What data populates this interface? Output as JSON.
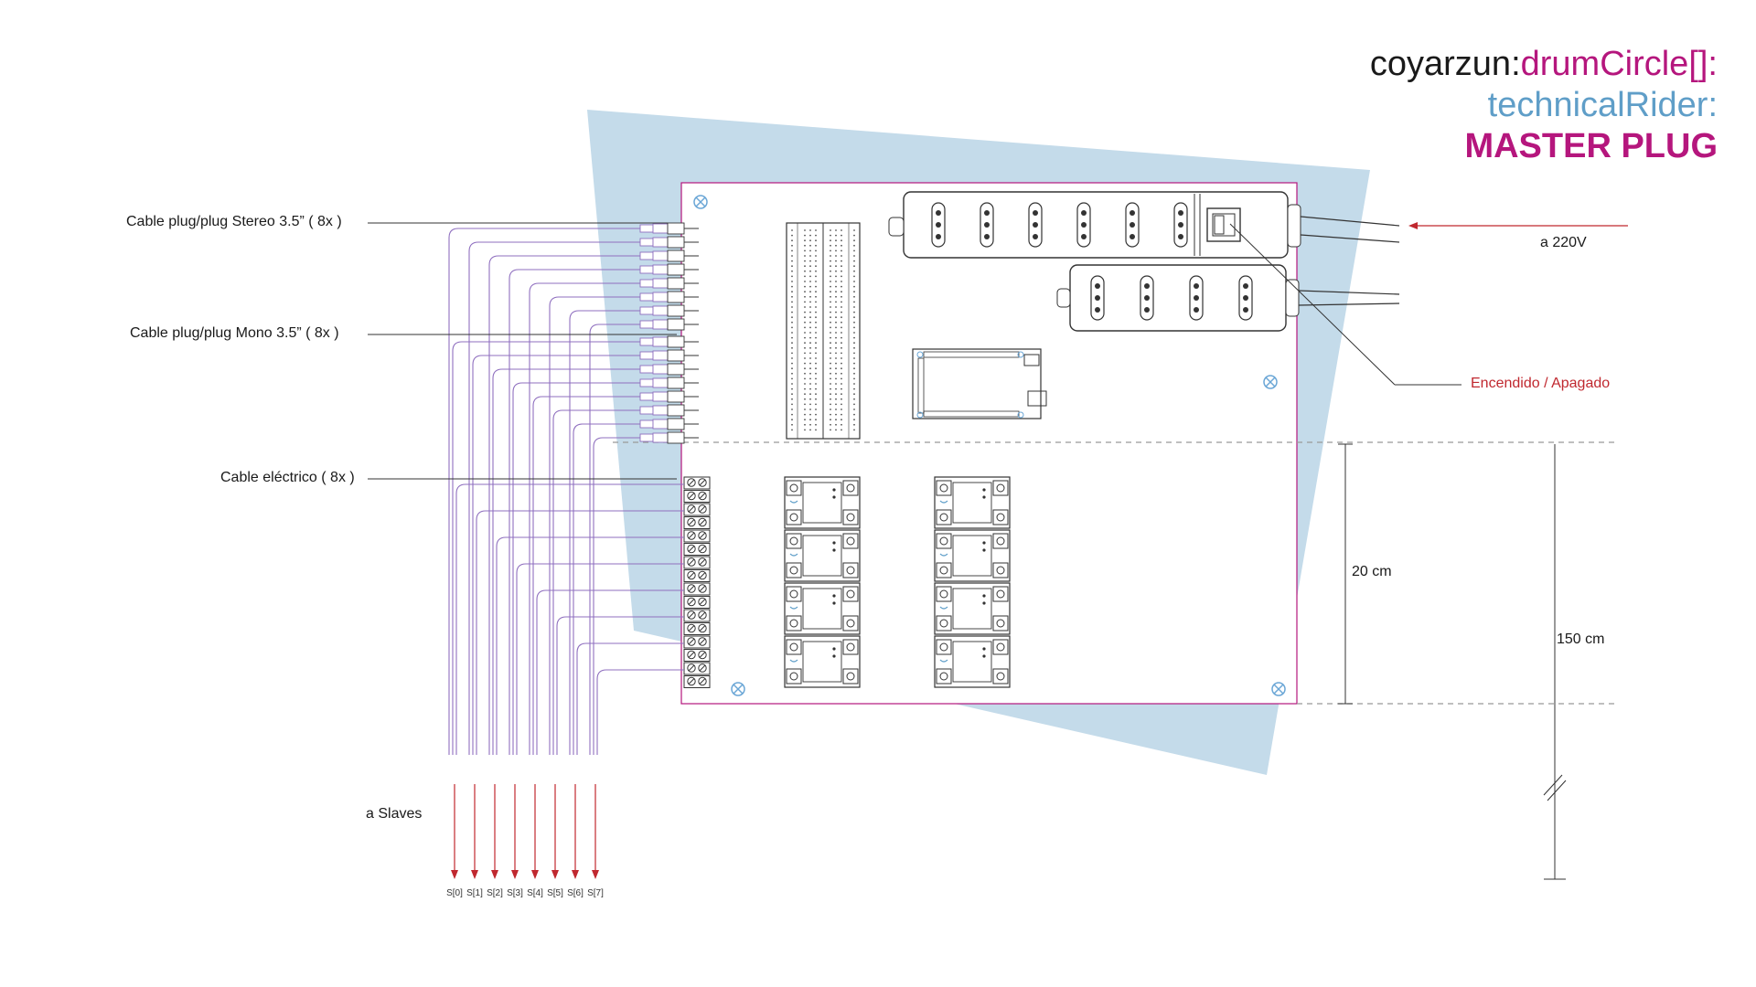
{
  "title": {
    "prefix": "coyarzun:",
    "project": "drumCircle[]:",
    "subtitle": "technicalRider:",
    "heading": "MASTER PLUG"
  },
  "labels": {
    "stereo_cable": "Cable plug/plug Stereo 3.5” ( 8x )",
    "mono_cable": "Cable plug/plug Mono 3.5” ( 8x )",
    "electric_cable": "Cable eléctrico ( 8x )",
    "power_input": "a 220V",
    "switch": "Encendido / Apagado",
    "slaves": "a Slaves",
    "dim_board": "20 cm",
    "dim_height": "150 cm"
  },
  "slave_outputs": [
    "S[0]",
    "S[1]",
    "S[2]",
    "S[3]",
    "S[4]",
    "S[5]",
    "S[6]",
    "S[7]"
  ],
  "colors": {
    "accent_magenta": "#b5167d",
    "accent_blue": "#5f9ec8",
    "backdrop": "#c4dbea",
    "cable": "#8f6fbf",
    "arrow_red": "#c0282f"
  },
  "components": {
    "power_strip_large_outlets": 6,
    "power_strip_small_outlets": 4,
    "relay_modules": 8,
    "stereo_jacks": 8,
    "mono_jacks": 8,
    "terminal_pairs": 16
  }
}
